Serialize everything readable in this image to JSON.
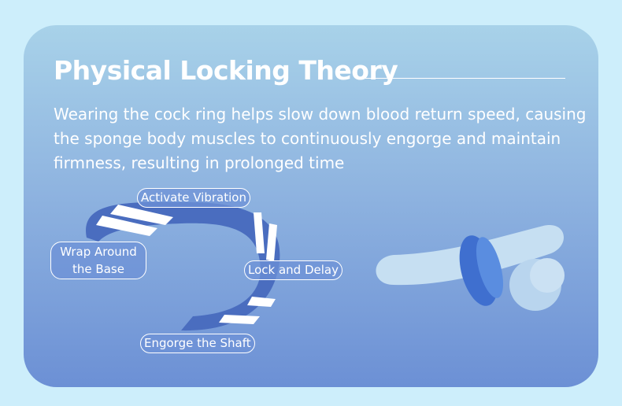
{
  "title": "Physical Locking Theory",
  "description": "Wearing the cock ring helps slow down blood return speed, causing the sponge body muscles to continuously engorge and maintain firmness, resulting in prolonged time",
  "labels": {
    "activate": "Activate Vibration",
    "wrap_line1": "Wrap Around",
    "wrap_line2": "the Base",
    "lock": "Lock and Delay",
    "engorge": "Engorge the Shaft"
  },
  "colors": {
    "ring": "#4a6dbf",
    "accent": "#4a7ad8",
    "background": "#cdeefb"
  }
}
